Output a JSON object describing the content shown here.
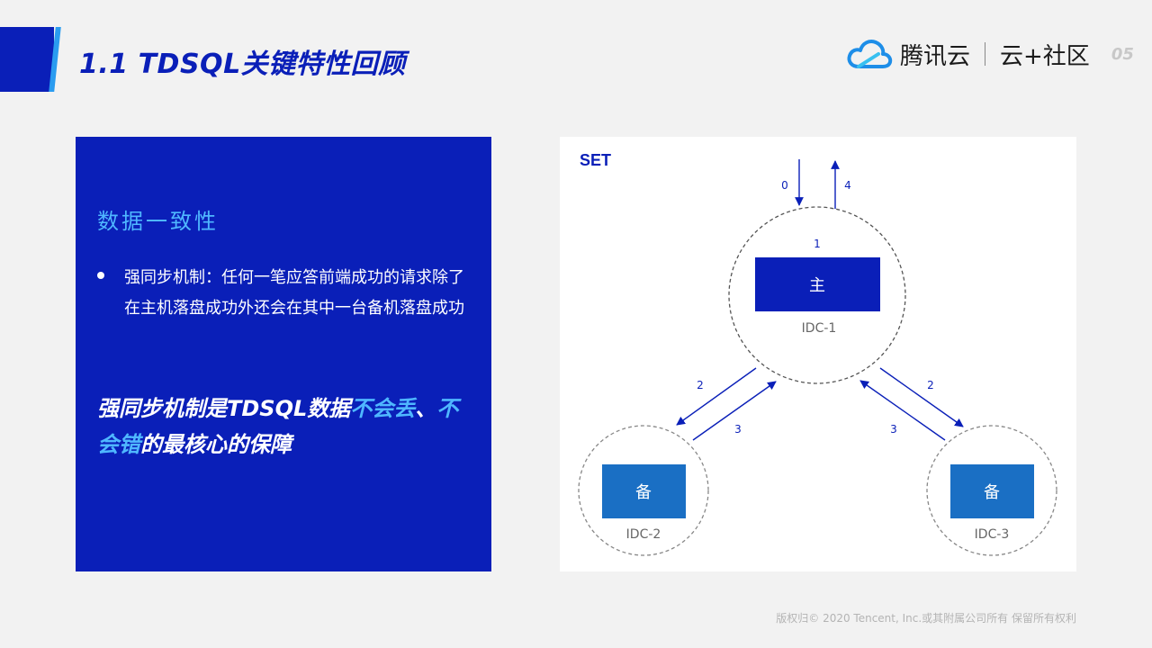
{
  "header": {
    "title": "1.1  TDSQL关键特性回顾",
    "logo_brand": "腾讯云",
    "logo_community": "云+社区",
    "page_number": "05"
  },
  "left_panel": {
    "heading": "数据一致性",
    "bullet": "强同步机制：任何一笔应答前端成功的请求除了在主机落盘成功外还会在其中一台备机落盘成功",
    "emphasis": {
      "part1": "强同步机制是TDSQL数据",
      "hl1": "不会丢",
      "part2": "、",
      "hl2": "不会错",
      "part3": "的最核心的保障"
    }
  },
  "diagram": {
    "set_label": "SET",
    "master_label": "主",
    "master_idc": "IDC-1",
    "backup1_label": "备",
    "backup1_idc": "IDC-2",
    "backup2_label": "备",
    "backup2_idc": "IDC-3",
    "step_0": "0",
    "step_4": "4",
    "step_1": "1",
    "step_2_left": "2",
    "step_3_left": "3",
    "step_2_right": "2",
    "step_3_right": "3",
    "colors": {
      "master_box": "#0a1fb8",
      "backup_box": "#1a6fc4",
      "arrow": "#0a1fb8",
      "circle": "#555555"
    }
  },
  "footer": {
    "copyright": "版权归© 2020 Tencent, Inc.或其附属公司所有  保留所有权利"
  }
}
